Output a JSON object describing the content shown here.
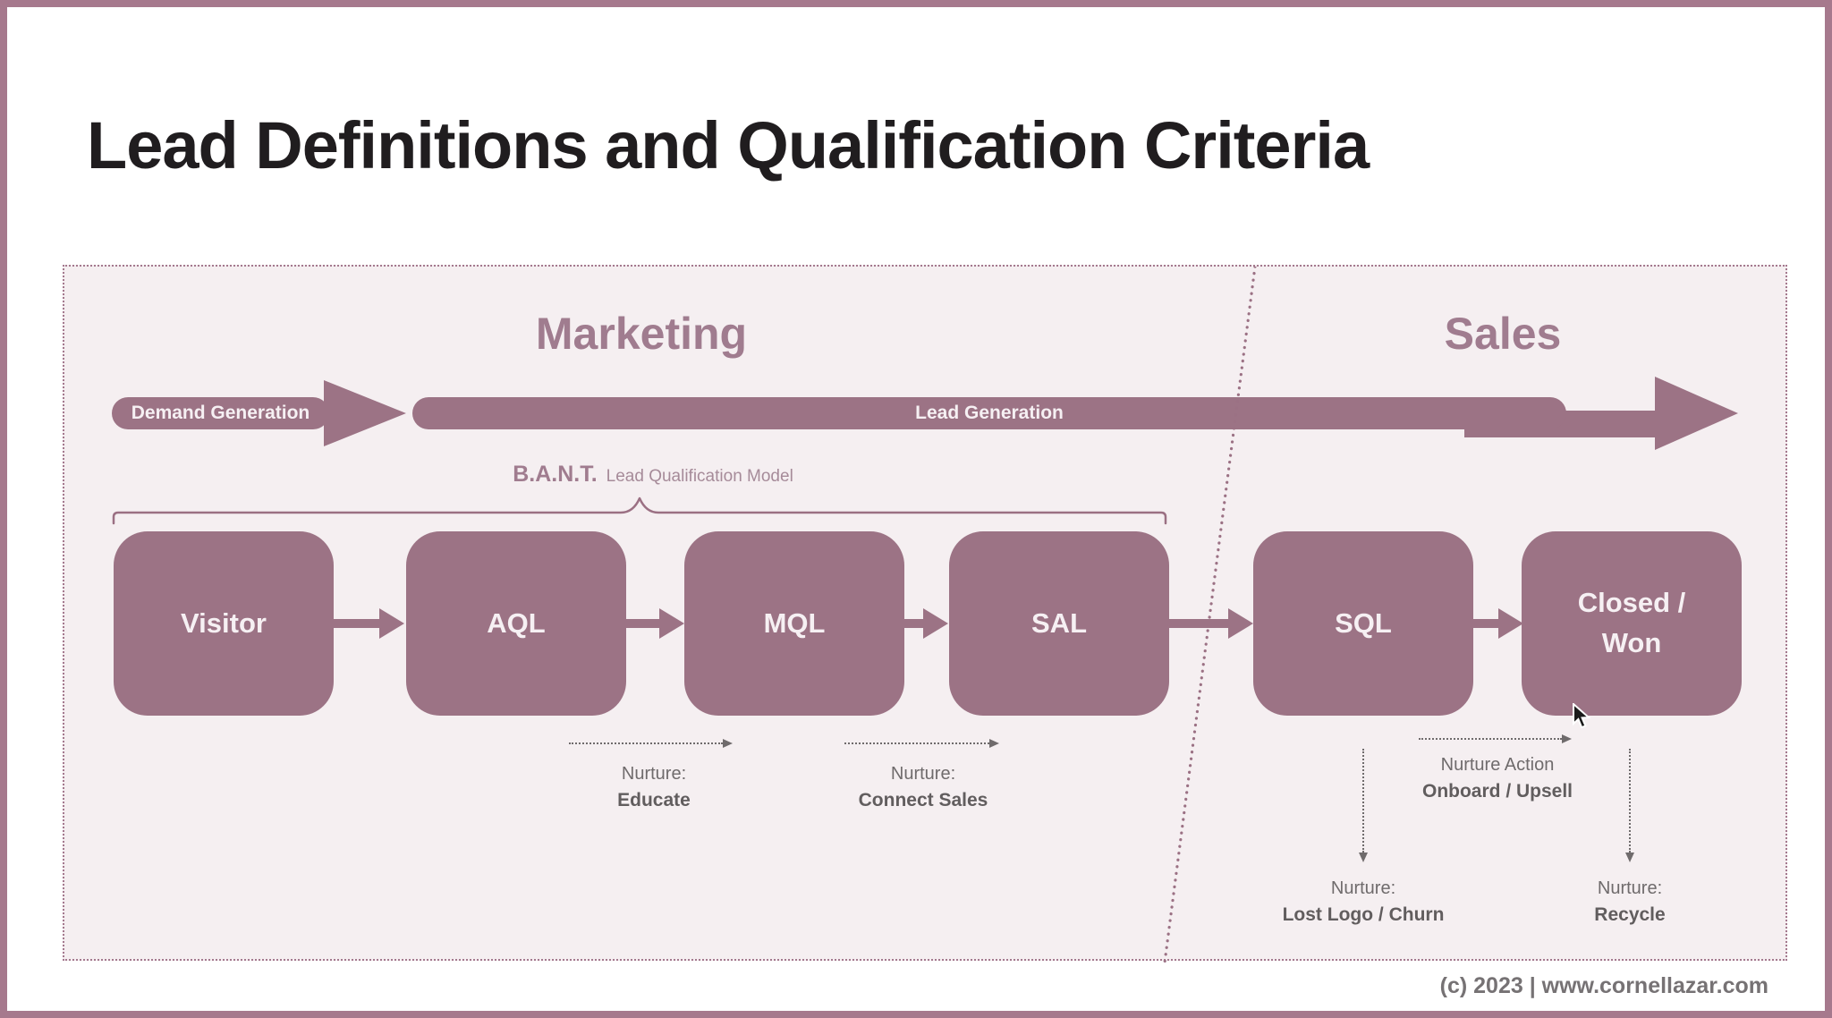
{
  "title": "Lead Definitions and Qualification Criteria",
  "colors": {
    "accent": "#9c7385",
    "accent-heading": "#a07c8f",
    "frame-border": "#a6798d",
    "panel-bg": "#f5eff1",
    "panel-border": "#a4798e",
    "note-gray": "#6f6b6c",
    "title-color": "#201d1f",
    "footer-gray": "#767274",
    "box-text": "#f6f0f3"
  },
  "diagram": {
    "sections": {
      "marketing": "Marketing",
      "sales": "Sales"
    },
    "flow_arrows": [
      {
        "label": "Demand Generation"
      },
      {
        "label": "Lead Generation"
      }
    ],
    "bant": {
      "acronym": "B.A.N.T.",
      "description": "Lead Qualification Model"
    },
    "stages": [
      "Visitor",
      "AQL",
      "MQL",
      "SAL",
      "SQL",
      "Closed / Won"
    ],
    "nurture_notes": [
      {
        "prefix": "Nurture:",
        "action": "Educate"
      },
      {
        "prefix": "Nurture:",
        "action": "Connect Sales"
      },
      {
        "prefix": "Nurture Action",
        "action": "Onboard / Upsell"
      },
      {
        "prefix": "Nurture:",
        "action": "Lost Logo / Churn"
      },
      {
        "prefix": "Nurture:",
        "action": "Recycle"
      }
    ]
  },
  "footer": {
    "credit": "(c) 2023 | www.cornellazar.com"
  }
}
